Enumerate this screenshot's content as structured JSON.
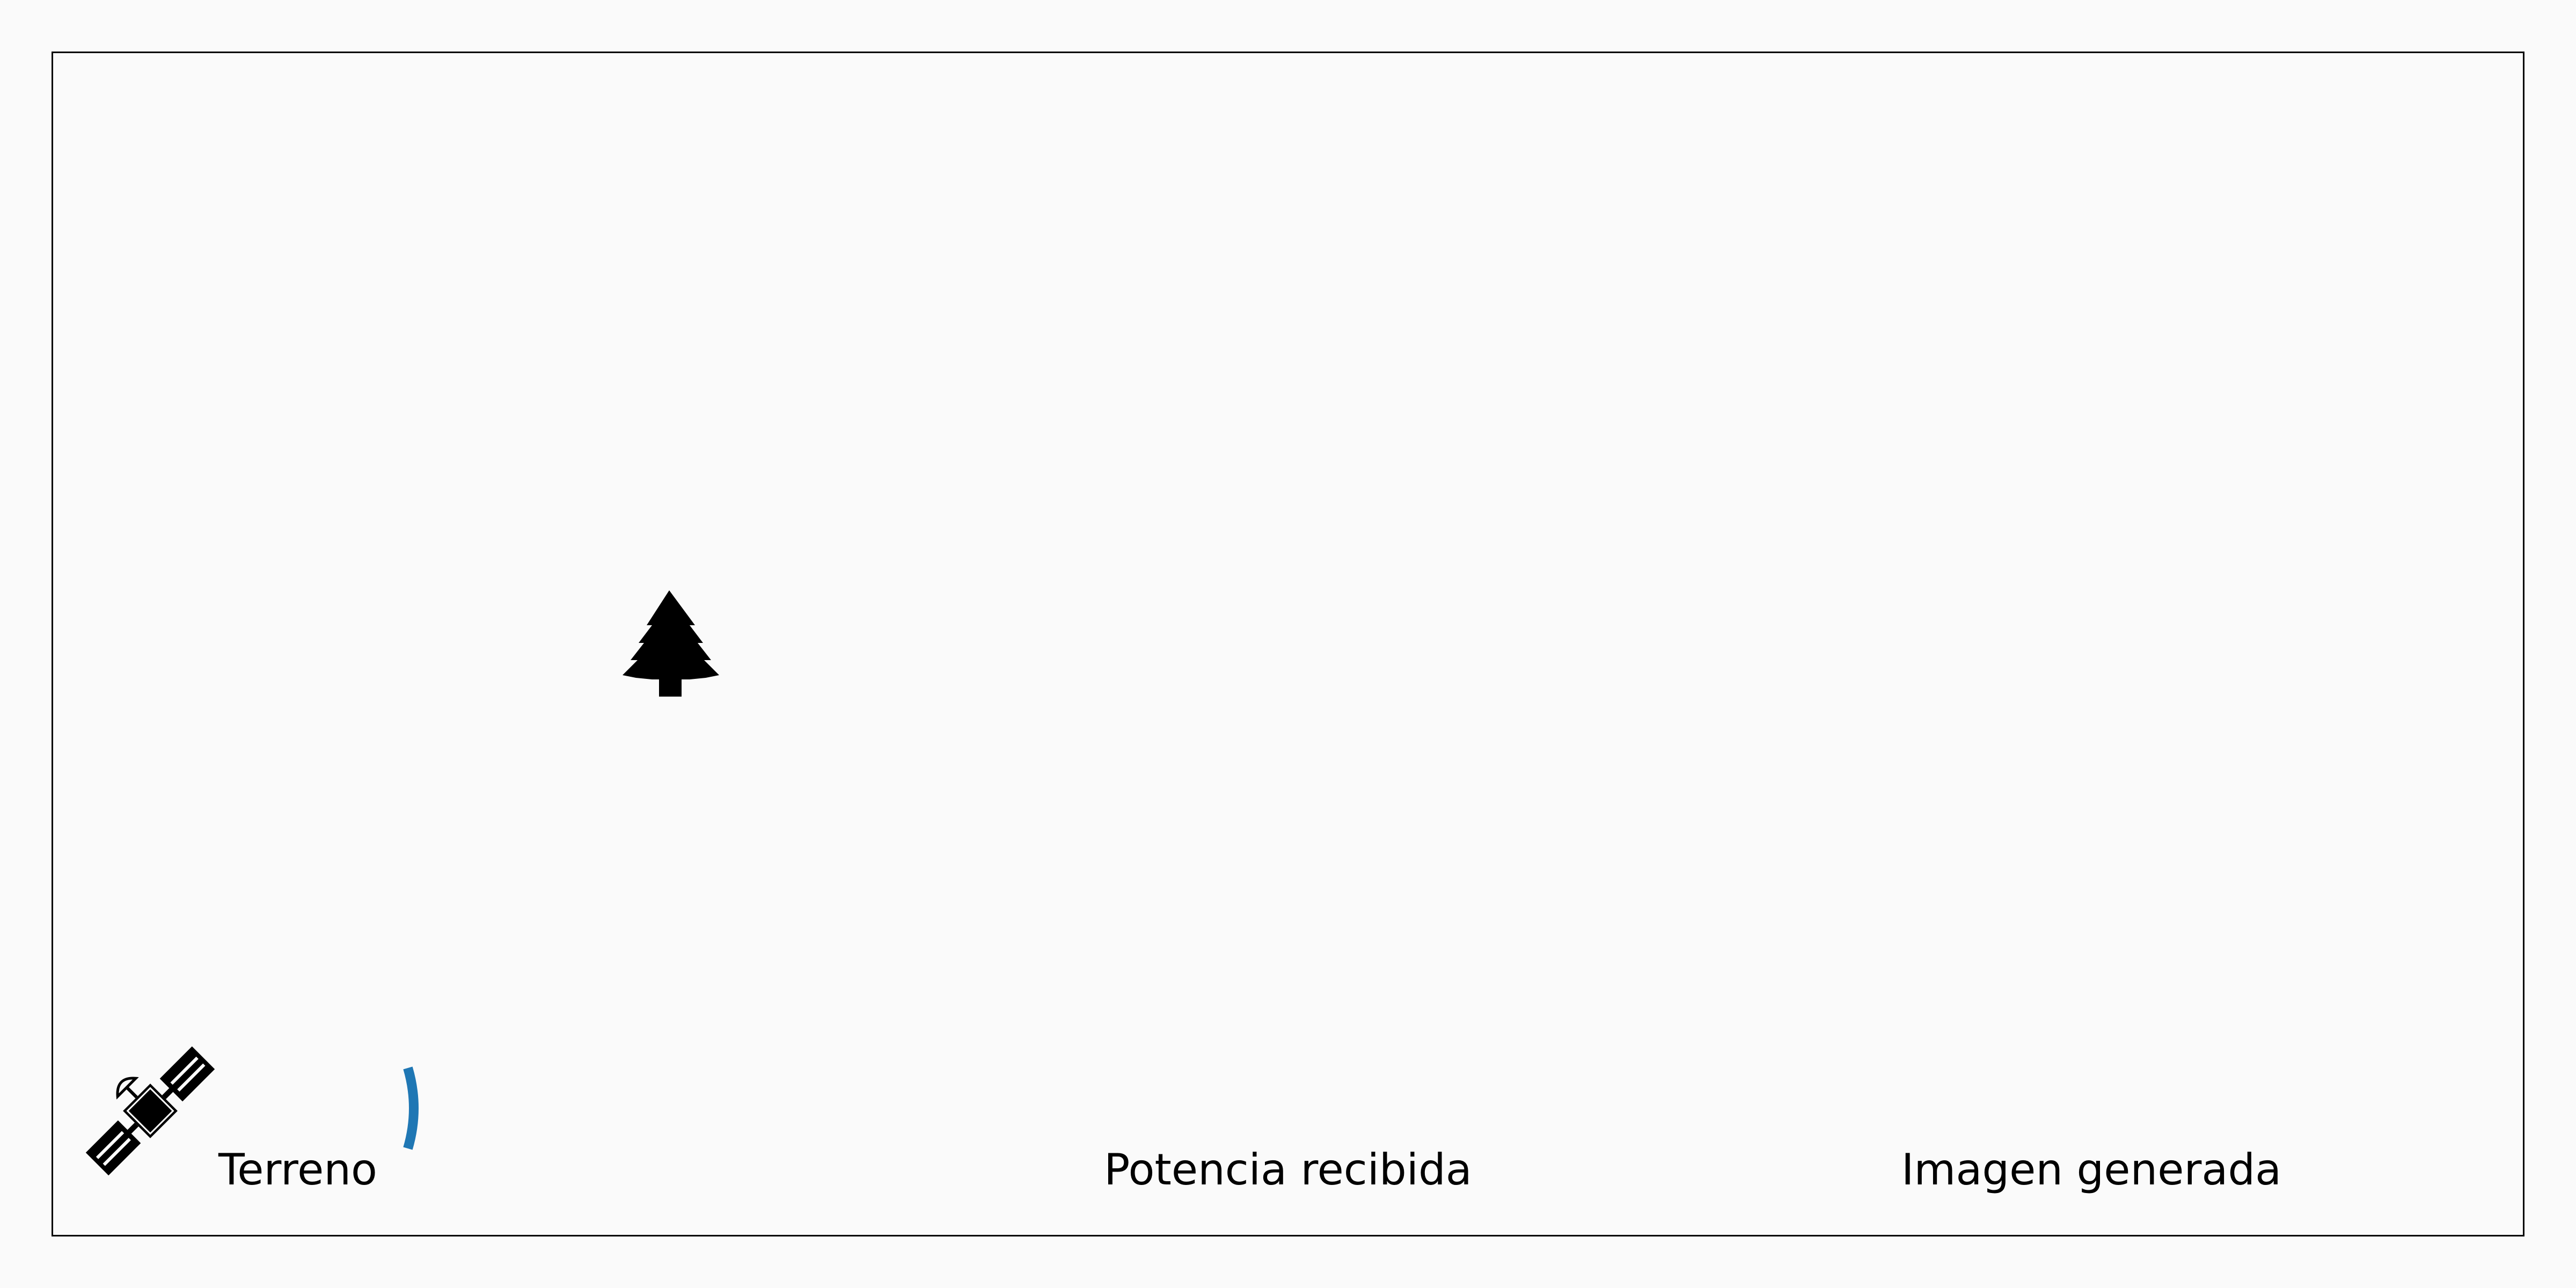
{
  "labels": {
    "terreno": "Terreno",
    "potencia": "Potencia recibida",
    "imagen": "Imagen generada"
  },
  "icons": {
    "satellite": "satellite-icon",
    "tree": "tree-icon",
    "wave": "signal-wave-icon"
  },
  "colors": {
    "background": "#fafafa",
    "frame": "#000000",
    "icon": "#000000",
    "wave": "#1f77b4"
  }
}
